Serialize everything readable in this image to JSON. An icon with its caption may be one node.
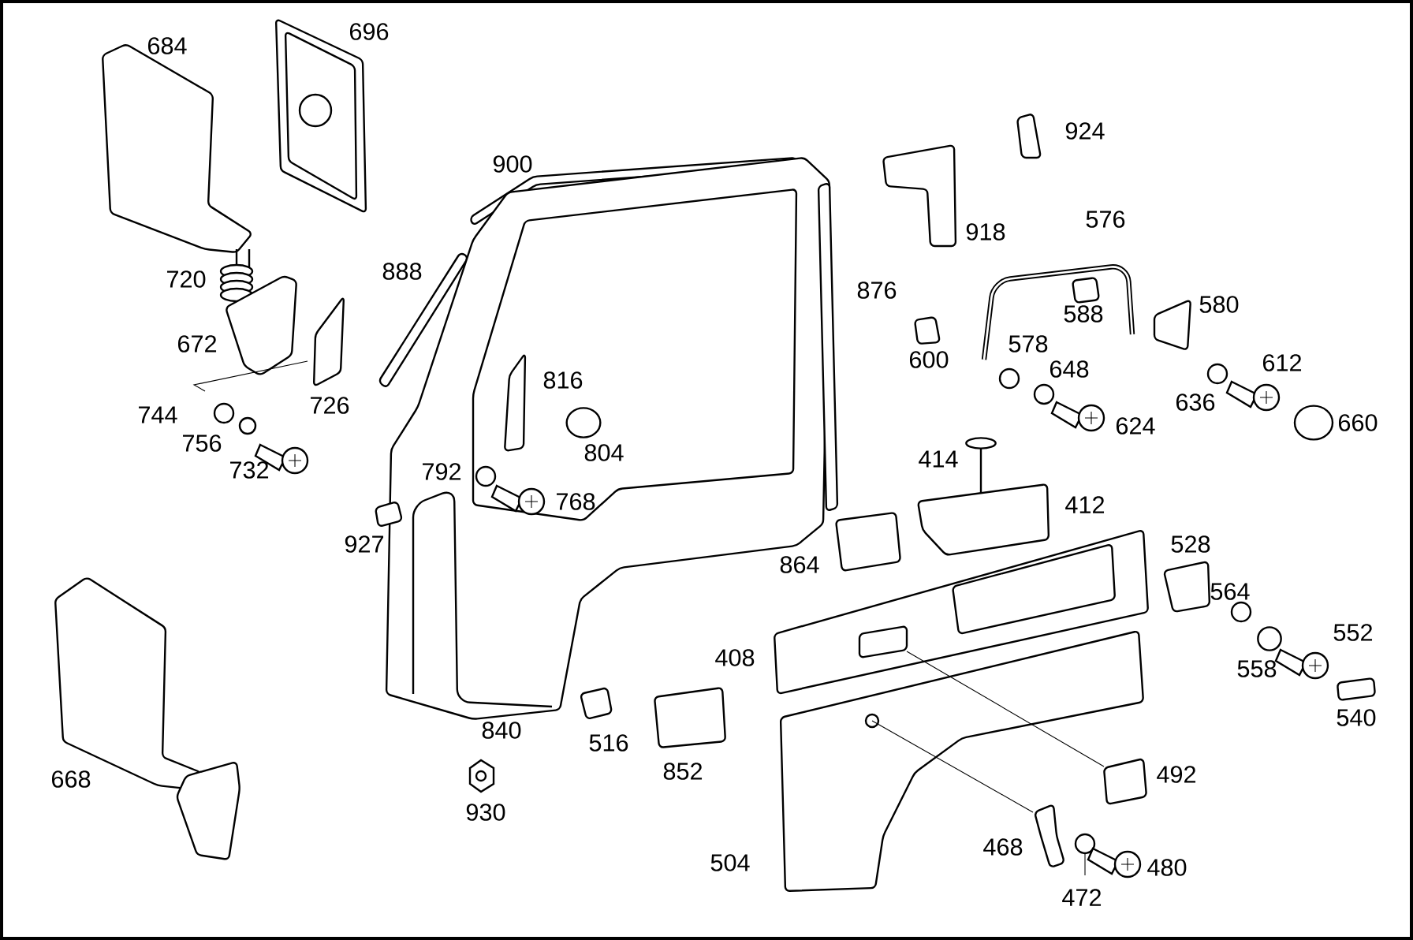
{
  "diagram": {
    "labels": [
      "684",
      "696",
      "924",
      "900",
      "918",
      "576",
      "888",
      "876",
      "720",
      "588",
      "580",
      "672",
      "600",
      "578",
      "816",
      "648",
      "612",
      "726",
      "744",
      "636",
      "624",
      "660",
      "756",
      "804",
      "414",
      "732",
      "792",
      "768",
      "412",
      "927",
      "528",
      "864",
      "564",
      "408",
      "552",
      "558",
      "540",
      "840",
      "516",
      "852",
      "668",
      "492",
      "930",
      "468",
      "504",
      "480",
      "472"
    ]
  }
}
